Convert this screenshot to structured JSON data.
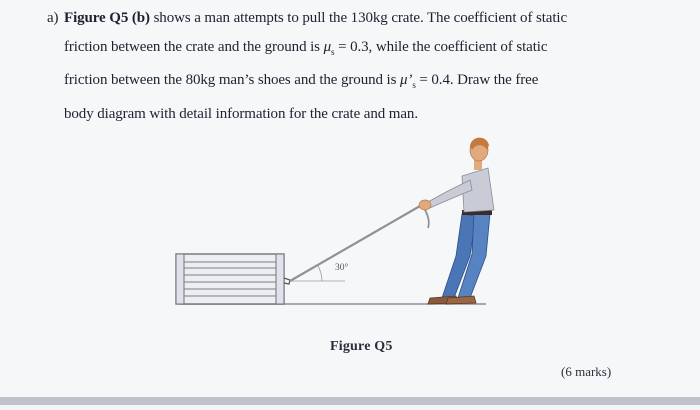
{
  "question": {
    "number": "a)",
    "figure_ref": "Figure Q5 (b)",
    "line1_rest": " shows a man attempts to pull the 130kg crate. The coefficient of static",
    "line2_a": "friction between the crate and the ground is ",
    "line2_mu": "μ",
    "line2_sub": "s",
    "line2_b": " = 0.3, while the coefficient of static",
    "line3_a": "friction between the 80kg man’s shoes and the ground is ",
    "line3_mu": "μ’",
    "line3_sub": "s",
    "line3_b": " = 0.4. Draw the free",
    "line4": "body diagram with detail information for the crate and man."
  },
  "figure": {
    "angle_label": "30°",
    "caption": "Figure Q5"
  },
  "marks": "(6 marks)",
  "colors": {
    "paper": "#f6f7f9",
    "text": "#1e2130",
    "shirt": "#c9ccd6",
    "jeans": "#4a76b8",
    "skin": "#e2a97c",
    "hair": "#c47a3f",
    "rope": "#8f9299",
    "ground": "#8d8f96"
  }
}
